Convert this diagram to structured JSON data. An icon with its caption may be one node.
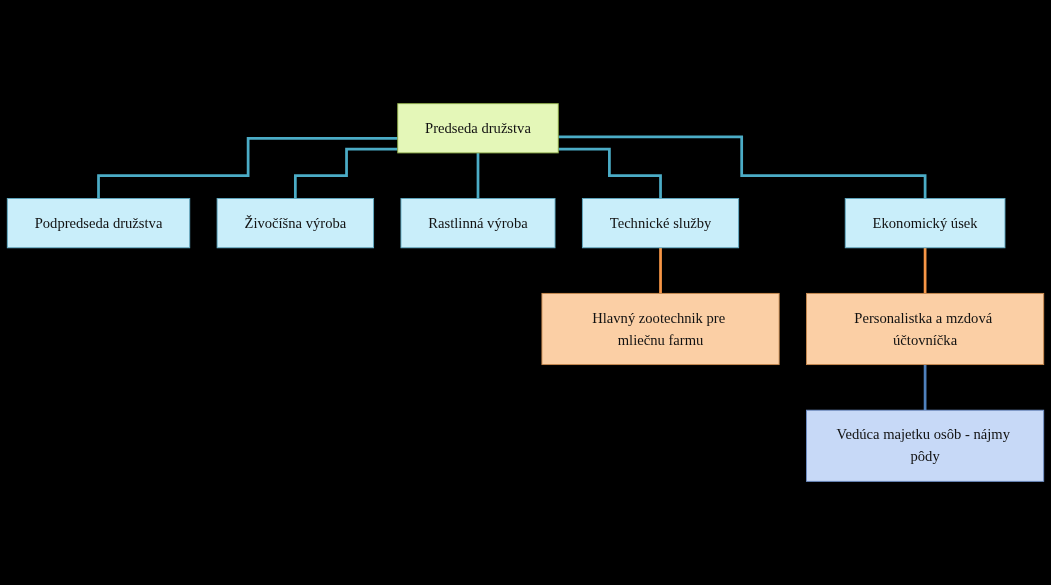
{
  "diagram": {
    "nodes": [
      {
        "text": [
          "Predseda družstva"
        ]
      },
      {
        "text": [
          "Podpredseda družstva"
        ]
      },
      {
        "text": [
          "Živočíšna výroba"
        ]
      },
      {
        "text": [
          "Rastlinná výroba"
        ]
      },
      {
        "text": [
          "Technické služby"
        ]
      },
      {
        "text": [
          "Ekonomický úsek"
        ]
      },
      {
        "text": [
          "Hlavný zootechnik pre mliečnu farmu"
        ]
      },
      {
        "text": [
          "Personalistka a mzdová účtovníčka"
        ]
      },
      {
        "text": [
          "Vedúca majetku osôb - nájmy pôdy"
        ]
      }
    ],
    "edges": [
      {
        "from": 0,
        "to": 1,
        "arrow": "none"
      },
      {
        "from": 0,
        "to": 2,
        "arrow": "none"
      },
      {
        "from": 0,
        "to": 3,
        "arrow": "none"
      },
      {
        "from": 0,
        "to": 4,
        "arrow": "none"
      },
      {
        "from": 0,
        "to": 5,
        "arrow": "none"
      },
      {
        "from": 4,
        "to": 6,
        "arrow": "none",
        "color": "#f79646"
      },
      {
        "from": 5,
        "to": 7,
        "arrow": "none",
        "color": "#f79646"
      },
      {
        "from": 7,
        "to": 8,
        "arrow": "none",
        "color": "#4f81bd"
      }
    ]
  }
}
